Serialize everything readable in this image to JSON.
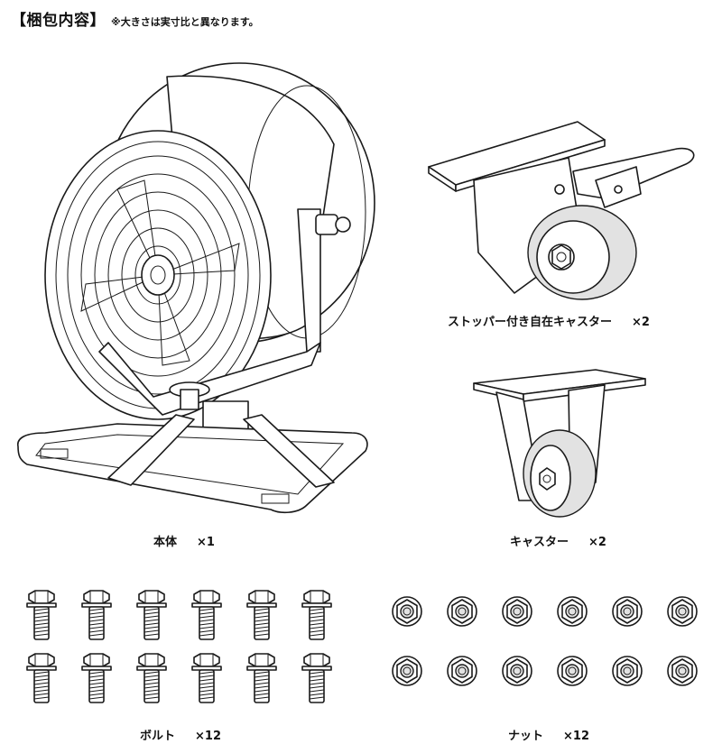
{
  "header": {
    "title": "【梱包内容】",
    "note": "※大きさは実寸比と異なります。"
  },
  "items": {
    "main_unit": {
      "name": "本体",
      "qty": "×1"
    },
    "stopper_caster": {
      "name": "ストッパー付き自在キャスター",
      "qty": "×2"
    },
    "caster": {
      "name": "キャスター",
      "qty": "×2"
    },
    "bolt": {
      "name": "ボルト",
      "qty": "×12"
    },
    "nut": {
      "name": "ナット",
      "qty": "×12"
    }
  },
  "parts_layout": {
    "bolt_rows": 2,
    "bolt_cols": 6,
    "nut_rows": 2,
    "nut_cols": 6
  }
}
